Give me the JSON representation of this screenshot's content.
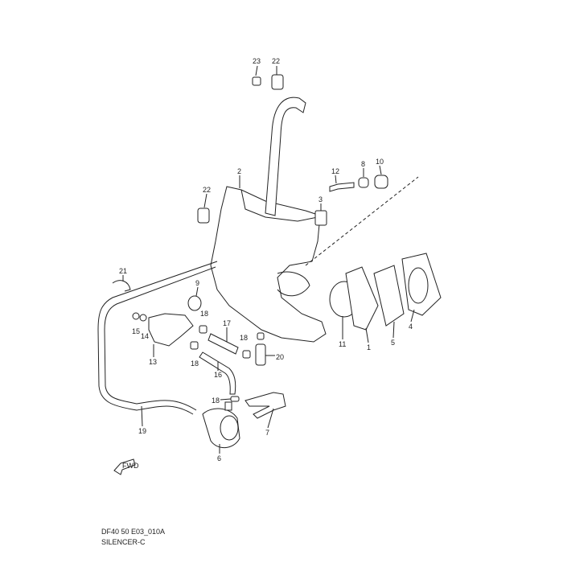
{
  "diagram": {
    "caption_code": "DF40 50 E03_010A",
    "caption_title": "SILENCER-C",
    "direction_marker": "FWD",
    "part_labels": [
      "23",
      "22",
      "2",
      "22",
      "12",
      "8",
      "10",
      "3",
      "21",
      "9",
      "18",
      "17",
      "15",
      "14",
      "13",
      "18",
      "18",
      "20",
      "16",
      "11",
      "1",
      "5",
      "4",
      "18",
      "7",
      "19",
      "6"
    ]
  }
}
